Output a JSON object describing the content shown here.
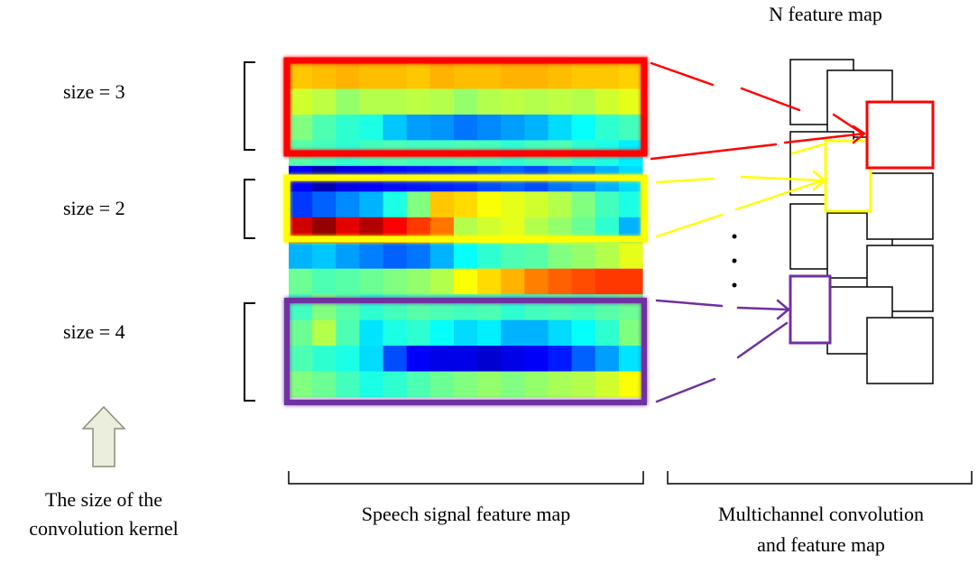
{
  "kernel_labels": [
    "size = 3",
    "size = 2",
    "size = 4"
  ],
  "kernel_caption": [
    "The size of the",
    "convolution kernel"
  ],
  "speech_caption": "Speech signal feature map",
  "multichannel_caption": [
    "Multichannel convolution",
    "and feature map"
  ],
  "n_feature_title": "N feature map",
  "colors": {
    "size3": "#ff0000",
    "size2": "#ffff00",
    "size4": "#7030a0",
    "arrow_fill": "#ebeedd",
    "arrow_stroke": "#8a8f78"
  },
  "heatmap": {
    "colormap": "jet",
    "rows": [
      [
        0.68,
        0.69,
        0.7,
        0.69,
        0.69,
        0.68,
        0.7,
        0.69,
        0.69,
        0.7,
        0.7,
        0.69,
        0.68,
        0.68,
        0.67
      ],
      [
        0.58,
        0.56,
        0.52,
        0.55,
        0.55,
        0.56,
        0.55,
        0.52,
        0.55,
        0.56,
        0.55,
        0.56,
        0.55,
        0.58,
        0.6
      ],
      [
        0.5,
        0.45,
        0.42,
        0.4,
        0.32,
        0.28,
        0.27,
        0.24,
        0.26,
        0.28,
        0.3,
        0.34,
        0.38,
        0.42,
        0.44
      ],
      [
        0.46,
        0.44,
        0.42,
        0.44,
        0.45,
        0.44,
        0.44,
        0.45,
        0.44,
        0.42,
        0.44,
        0.45,
        0.42,
        0.4,
        0.36
      ],
      [
        0.12,
        0.05,
        0.1,
        0.12,
        0.14,
        0.15,
        0.16,
        0.17,
        0.2,
        0.22,
        0.2,
        0.24,
        0.26,
        0.3,
        0.34
      ],
      [
        0.18,
        0.22,
        0.26,
        0.3,
        0.4,
        0.5,
        0.68,
        0.66,
        0.62,
        0.6,
        0.58,
        0.55,
        0.5,
        0.44,
        0.4
      ],
      [
        0.92,
        0.98,
        0.9,
        0.95,
        0.88,
        0.82,
        0.76,
        0.55,
        0.58,
        0.6,
        0.55,
        0.52,
        0.48,
        0.42,
        0.3
      ],
      [
        0.3,
        0.32,
        0.28,
        0.25,
        0.22,
        0.24,
        0.3,
        0.38,
        0.42,
        0.45,
        0.46,
        0.5,
        0.52,
        0.55,
        0.6
      ],
      [
        0.48,
        0.45,
        0.46,
        0.48,
        0.5,
        0.52,
        0.55,
        0.62,
        0.66,
        0.7,
        0.75,
        0.78,
        0.8,
        0.82,
        0.82
      ],
      [
        0.44,
        0.5,
        0.46,
        0.42,
        0.44,
        0.46,
        0.45,
        0.44,
        0.45,
        0.42,
        0.44,
        0.45,
        0.44,
        0.46,
        0.48
      ],
      [
        0.48,
        0.55,
        0.45,
        0.35,
        0.4,
        0.42,
        0.38,
        0.34,
        0.36,
        0.3,
        0.3,
        0.34,
        0.38,
        0.42,
        0.5
      ],
      [
        0.45,
        0.42,
        0.4,
        0.34,
        0.2,
        0.12,
        0.1,
        0.1,
        0.08,
        0.1,
        0.12,
        0.15,
        0.22,
        0.28,
        0.35
      ],
      [
        0.5,
        0.48,
        0.44,
        0.4,
        0.42,
        0.45,
        0.48,
        0.5,
        0.52,
        0.5,
        0.52,
        0.54,
        0.55,
        0.58,
        0.62
      ]
    ]
  }
}
